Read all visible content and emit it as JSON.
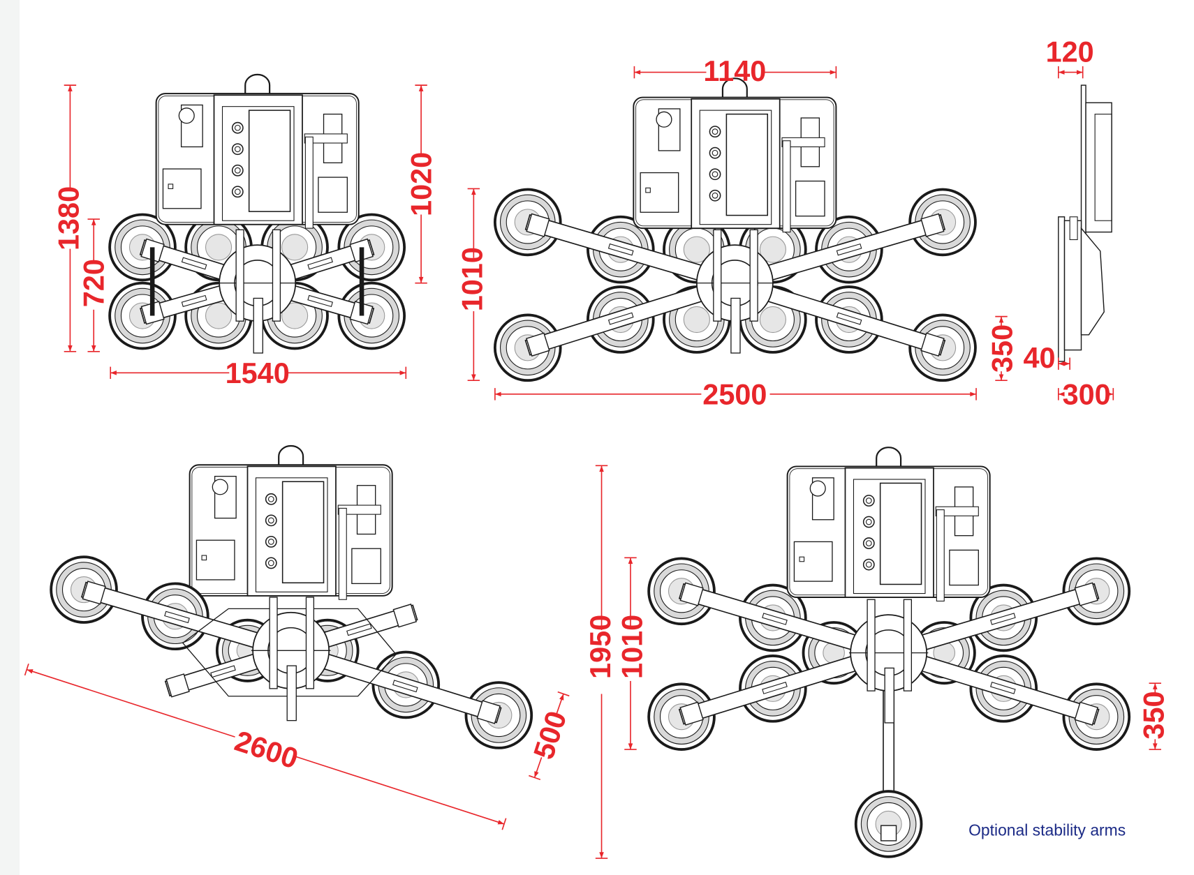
{
  "dims": {
    "view1_height_total": "1380",
    "view1_height_cups": "720",
    "view1_height_frame": "1020",
    "view1_width": "1540",
    "view2_width_frame": "1140",
    "view2_height": "1010",
    "view2_width": "2500",
    "view2_cup": "350",
    "side_top": "120",
    "side_plate": "40",
    "side_depth": "300",
    "view3_diagonal": "2600",
    "view3_cup": "500",
    "view4_height_total": "1950",
    "view4_height": "1010",
    "view4_cup": "350"
  },
  "note": "Optional stability arms",
  "colors": {
    "dimension": "#e8262b",
    "note": "#1b2a86",
    "line": "#1a1a1a",
    "cup_ring": "#d9d9d9"
  }
}
